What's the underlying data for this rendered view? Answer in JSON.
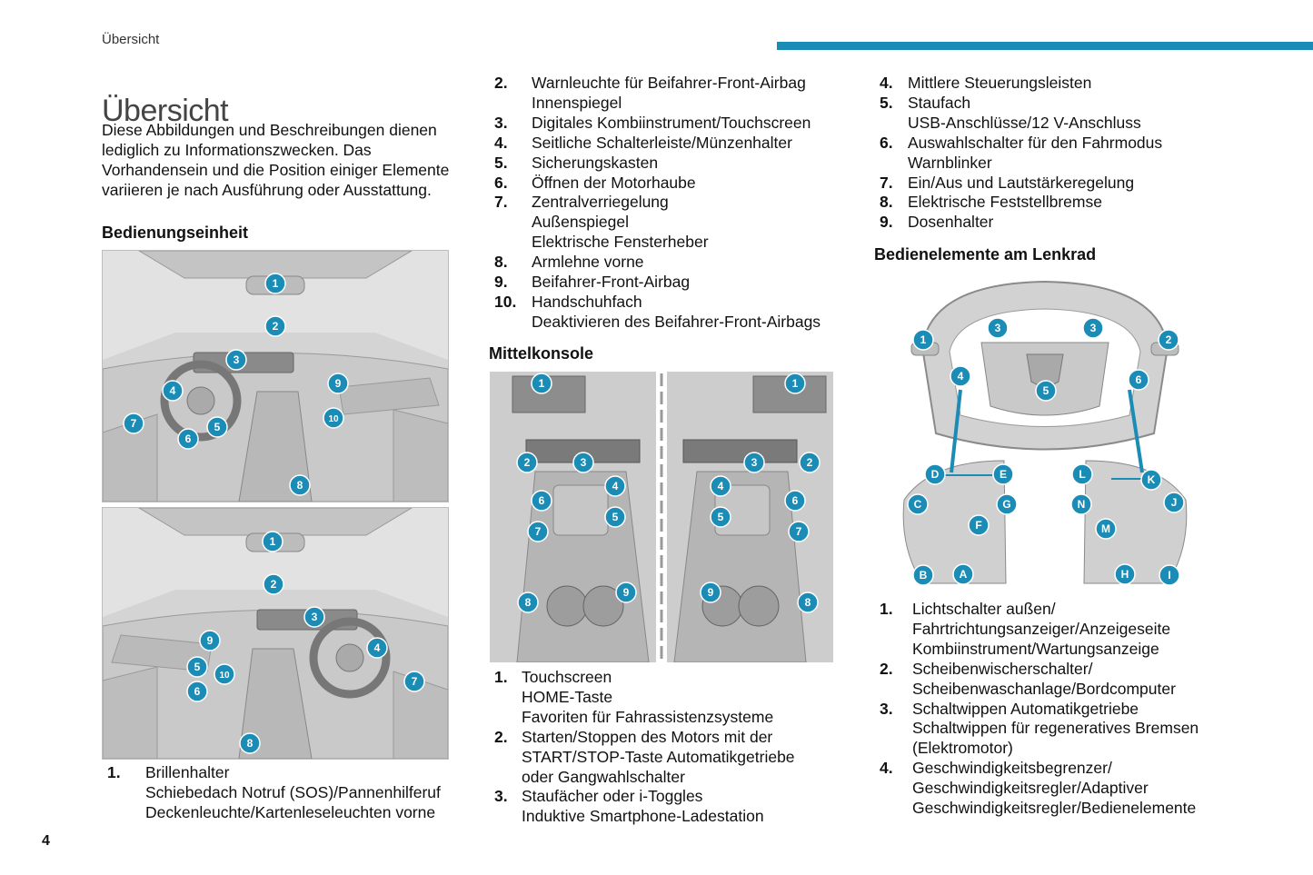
{
  "header": {
    "running_head": "Übersicht",
    "page_number": "4",
    "accent_color": "#1b8cb5"
  },
  "title": "Übersicht",
  "intro": "Diese Abbildungen und Beschreibungen dienen lediglich zu Informationszwecken. Das Vorhandensein und die Position einiger Elemente variieren je nach Ausführung oder Ausstattung.",
  "bedienungseinheit": {
    "heading": "Bedienungseinheit",
    "figure_top_badges": [
      "1",
      "2",
      "3",
      "4",
      "5",
      "6",
      "7",
      "8",
      "9",
      "10"
    ],
    "figure_bottom_badges": [
      "1",
      "2",
      "3",
      "4",
      "5",
      "6",
      "7",
      "8",
      "9",
      "10"
    ],
    "items": [
      {
        "num": "1.",
        "text": "Brillenhalter\nSchiebedach Notruf (SOS)/Pannenhilferuf\nDeckenleuchte/Kartenleseleuchten vorne"
      },
      {
        "num": "2.",
        "text": "Warnleuchte für Beifahrer-Front-Airbag\nInnenspiegel"
      },
      {
        "num": "3.",
        "text": "Digitales Kombiinstrument/Touchscreen"
      },
      {
        "num": "4.",
        "text": "Seitliche Schalterleiste/Münzenhalter"
      },
      {
        "num": "5.",
        "text": "Sicherungskasten"
      },
      {
        "num": "6.",
        "text": "Öffnen der Motorhaube"
      },
      {
        "num": "7.",
        "text": "Zentralverriegelung\nAußenspiegel\nElektrische Fensterheber"
      },
      {
        "num": "8.",
        "text": "Armlehne vorne"
      },
      {
        "num": "9.",
        "text": "Beifahrer-Front-Airbag"
      },
      {
        "num": "10.",
        "text": "Handschuhfach\nDeaktivieren des Beifahrer-Front-Airbags"
      }
    ]
  },
  "mittelkonsole": {
    "heading": "Mittelkonsole",
    "figure_badges": [
      "1",
      "2",
      "3",
      "4",
      "5",
      "6",
      "7",
      "8",
      "9"
    ],
    "items": [
      {
        "num": "1.",
        "text": "Touchscreen\nHOME-Taste\nFavoriten für Fahrassistenzsysteme"
      },
      {
        "num": "2.",
        "text": "Starten/Stoppen des Motors mit der\nSTART/STOP-Taste Automatikgetriebe\noder Gangwahlschalter"
      },
      {
        "num": "3.",
        "text": "Staufächer oder i-Toggles\nInduktive Smartphone-Ladestation"
      },
      {
        "num": "4.",
        "text": "Mittlere Steuerungsleisten"
      },
      {
        "num": "5.",
        "text": "Staufach\nUSB-Anschlüsse/12 V-Anschluss"
      },
      {
        "num": "6.",
        "text": "Auswahlschalter für den Fahrmodus\nWarnblinker"
      },
      {
        "num": "7.",
        "text": "Ein/Aus und Lautstärkeregelung"
      },
      {
        "num": "8.",
        "text": "Elektrische Feststellbremse"
      },
      {
        "num": "9.",
        "text": "Dosenhalter"
      }
    ]
  },
  "lenkrad": {
    "heading": "Bedienelemente am Lenkrad",
    "figure_badges": [
      "1",
      "2",
      "3",
      "3",
      "4",
      "5",
      "6",
      "A",
      "B",
      "C",
      "D",
      "E",
      "F",
      "G",
      "H",
      "I",
      "J",
      "K",
      "L",
      "M",
      "N"
    ],
    "items": [
      {
        "num": "1.",
        "text": "Lichtschalter außen/\nFahrtrichtungsanzeiger/Anzeigeseite\nKombiinstrument/Wartungsanzeige"
      },
      {
        "num": "2.",
        "text": "Scheibenwischerschalter/\nScheibenwaschanlage/Bordcomputer"
      },
      {
        "num": "3.",
        "text": "Schaltwippen Automatikgetriebe\nSchaltwippen für regeneratives Bremsen\n(Elektromotor)"
      },
      {
        "num": "4.",
        "text": "Geschwindigkeitsbegrenzer/\nGeschwindigkeitsregler/Adaptiver\nGeschwindigkeitsregler/Bedienelemente"
      }
    ]
  }
}
